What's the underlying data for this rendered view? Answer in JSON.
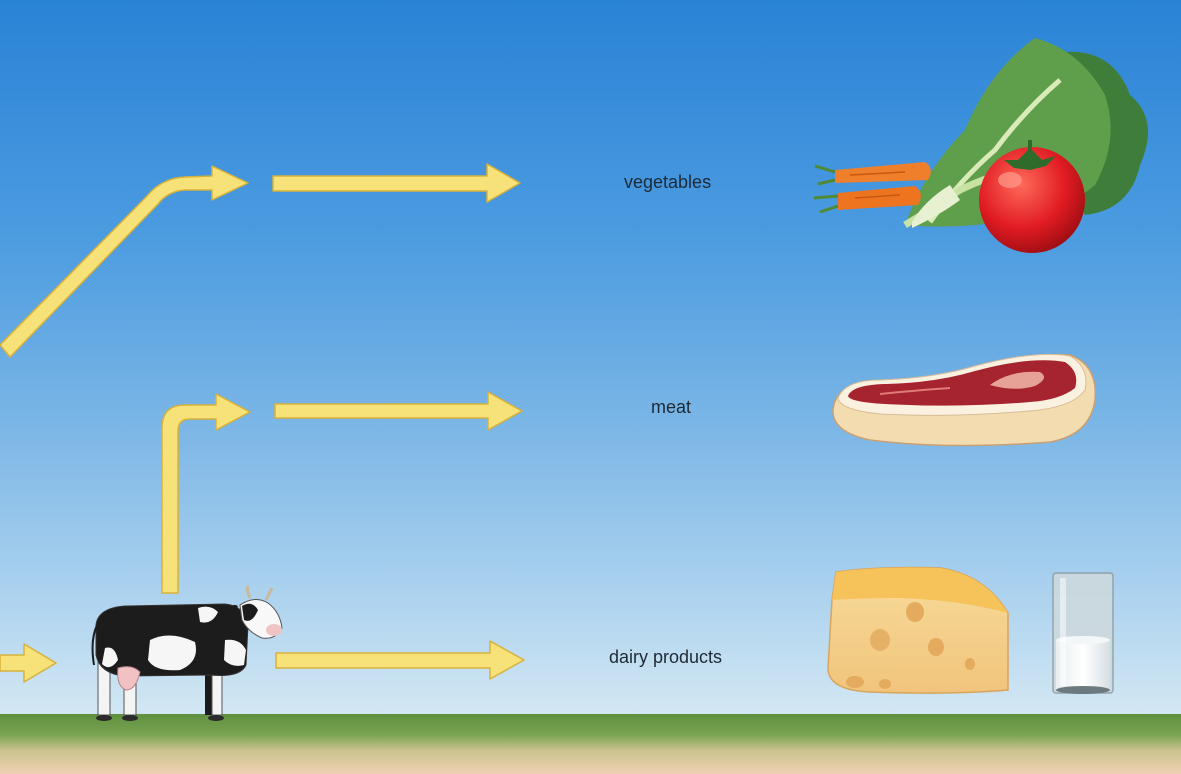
{
  "labels": {
    "vegetables": "vegetables",
    "meat": "meat",
    "dairy": "dairy products"
  },
  "colors": {
    "sky_top": "#2a83d6",
    "sky_bottom": "#e4eff4",
    "arrow_fill": "#f7e27a",
    "arrow_stroke": "#d8b13a",
    "grass": "#6f9a49",
    "soil": "#e7c9a8"
  },
  "icons": [
    "vegetables-icon",
    "steak-icon",
    "cheese-icon",
    "milk-glass-icon",
    "cow-icon"
  ]
}
